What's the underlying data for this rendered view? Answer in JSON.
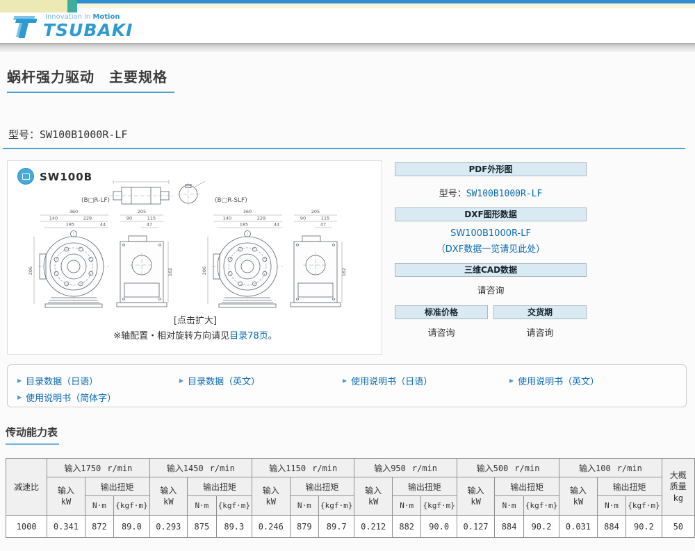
{
  "header": {
    "tagline_light": "Innovation in",
    "tagline_bold": "Motion",
    "brand": "TSUBAKI"
  },
  "page": {
    "title": "蜗杆强力驱动　主要规格",
    "model_label": "型号：",
    "model_value": "SW100B1000R-LF"
  },
  "drawing": {
    "product_name": "SW100B",
    "variant_left": "(B□R-LF)",
    "variant_right": "(B□R-SLF)",
    "enlarge_label": "[点击扩大]",
    "note_prefix": "※轴配置・相对旋转方向请见",
    "note_link": "目录78页",
    "note_suffix": "。",
    "dims": {
      "d360": "360",
      "d140": "140",
      "d229": "229",
      "d185": "185",
      "d44": "44",
      "d205": "205",
      "d90": "90",
      "d115": "115",
      "d47": "47",
      "d206": "206",
      "d162": "162"
    }
  },
  "sidebar": {
    "pdf_title": "PDF外形图",
    "pdf_model_label": "型号：",
    "pdf_model_link": "SW100B1000R-LF",
    "dxf_title": "DXF图形数据",
    "dxf_link_model": "SW100B1000R-LF",
    "dxf_link_list": "（DXF数据一览请见此处）",
    "cad_title": "三维CAD数据",
    "cad_text": "请咨询",
    "price_title": "标准价格",
    "price_text": "请咨询",
    "delivery_title": "交货期",
    "delivery_text": "请咨询"
  },
  "icons": {
    "link_arrow": "▶"
  },
  "links": [
    "目录数据（日语）",
    "目录数据（英文）",
    "使用说明书（日语）",
    "使用说明书（英文）",
    "使用说明书（简体字）"
  ],
  "table": {
    "title": "传动能力表",
    "ratio_header": "减速比",
    "speed_prefix": "输入",
    "speed_suffix": "r/min",
    "input_label": "输入",
    "input_unit": "kW",
    "torque_label": "输出扭矩",
    "nm_unit": "N·m",
    "kgfm_unit": "{kgf·m}",
    "mass_line1": "大概",
    "mass_line2": "质量",
    "mass_unit": "kg",
    "ratio_value": "1000",
    "mass_value": "50",
    "groups": [
      {
        "rpm": "1750",
        "kw": "0.341",
        "nm": "872",
        "kgfm": "89.0"
      },
      {
        "rpm": "1450",
        "kw": "0.293",
        "nm": "875",
        "kgfm": "89.3"
      },
      {
        "rpm": "1150",
        "kw": "0.246",
        "nm": "879",
        "kgfm": "89.7"
      },
      {
        "rpm": "950",
        "kw": "0.212",
        "nm": "882",
        "kgfm": "90.0"
      },
      {
        "rpm": "500",
        "kw": "0.127",
        "nm": "884",
        "kgfm": "90.2"
      },
      {
        "rpm": "100",
        "kw": "0.031",
        "nm": "884",
        "kgfm": "90.2"
      }
    ]
  }
}
